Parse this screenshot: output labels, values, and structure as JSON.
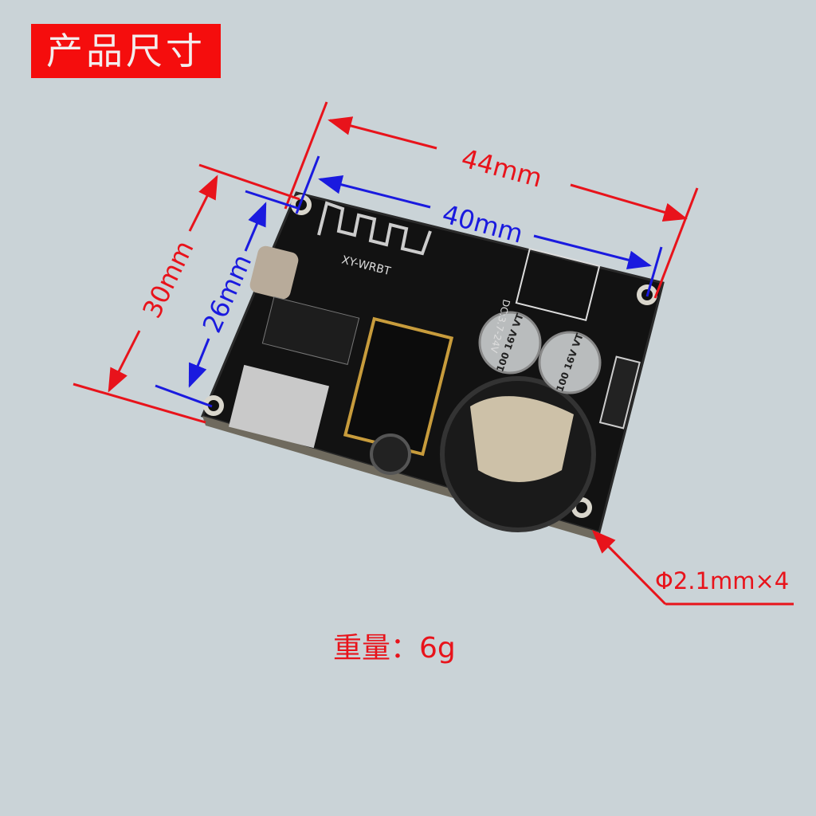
{
  "title": "产品尺寸",
  "dimensions": {
    "outer_width": "44mm",
    "inner_width": "40mm",
    "outer_height": "30mm",
    "inner_height": "26mm",
    "mounting_hole": "Φ2.1mm×4"
  },
  "weight": "重量：6g",
  "board_labels": {
    "model": "XY-WRBT",
    "power": "DC:3.7-24V",
    "capacitor": "100 16V VT"
  },
  "colors": {
    "background": "#cad3d7",
    "red_annotation": "#e8131b",
    "blue_annotation": "#1a1adf",
    "title_bg": "#f50d0d",
    "pcb": "#111111"
  }
}
